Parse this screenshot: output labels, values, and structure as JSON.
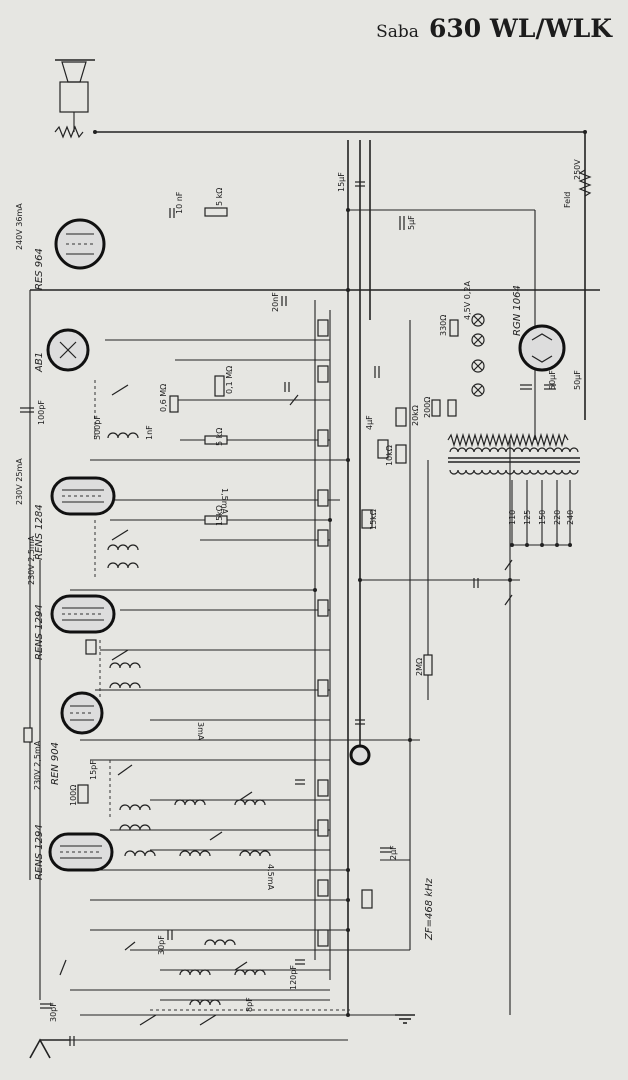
{
  "header": {
    "brand": "Saba",
    "model": "630 WL/WLK"
  },
  "tubes": [
    {
      "id": "res964",
      "label": "RES 964",
      "side": "240V 36mA"
    },
    {
      "id": "ab1",
      "label": "AB1",
      "side": "100pF"
    },
    {
      "id": "rens1284",
      "label": "RENS 1284",
      "side": "230V 25mA"
    },
    {
      "id": "rens1294a",
      "label": "RENS 1294",
      "side": "230V 2,5mA"
    },
    {
      "id": "ren904",
      "label": "REN 904",
      "side": "230V 2,5mA"
    },
    {
      "id": "rens1294b",
      "label": "RENS 1294",
      "side": ""
    },
    {
      "id": "rgn1064",
      "label": "RGN 1064",
      "side": ""
    }
  ],
  "annotations": {
    "if_frequency": "ZF=468 kHz",
    "mains_voltage": "250V",
    "field": "Feld",
    "taps": [
      "110",
      "125",
      "150",
      "220",
      "240"
    ]
  },
  "components": {
    "c_10nf": "10 nF",
    "r_5k": "5 kΩ",
    "c_15uf": "15μF",
    "c_5uf": "5μF",
    "c_20nf": "20nF",
    "r_01": "0,1 MΩ",
    "r_06": "0,6 MΩ",
    "c_500pf": "500pF",
    "c_1nf": "1nF",
    "c_4uf": "4μF",
    "r_10k": "10kΩ",
    "r_20k": "20kΩ",
    "c_50uf": "50μF",
    "r_330": "330Ω",
    "r_200": "200Ω",
    "r_15k": "15kΩ",
    "r_2m": "2MΩ",
    "c_15pf": "15pF",
    "r_100": "100Ω",
    "c_30pf": "30pF",
    "c_120pf": "120pF",
    "c_8pf": "8pF",
    "lamp": "4,5V 0,2A",
    "current_1": "1,5mA",
    "current_2": "3mA",
    "current_3": "4,5mA",
    "c_2uf": "2μF"
  }
}
